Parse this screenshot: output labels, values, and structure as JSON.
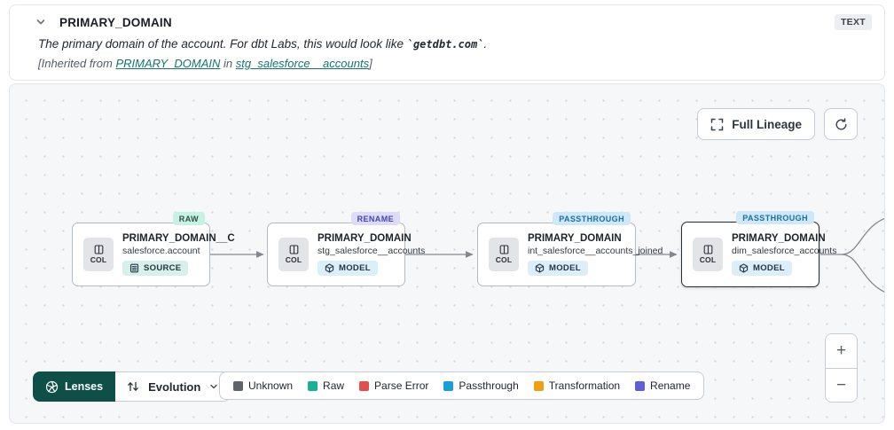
{
  "header": {
    "title": "PRIMARY_DOMAIN",
    "type_badge": "TEXT",
    "description": {
      "prefix": "The primary domain of the account. For dbt Labs, this would look like ",
      "code": "`getdbt.com`",
      "suffix": "."
    },
    "inherited": {
      "prefix": "[Inherited from ",
      "column_link": "PRIMARY_DOMAIN",
      "middle": " in ",
      "model_link": "stg_salesforce__accounts",
      "suffix": "]"
    }
  },
  "canvas": {
    "full_lineage_label": "Full Lineage",
    "zoom_in_label": "+",
    "zoom_out_label": "−",
    "nodes": [
      {
        "tag": "RAW",
        "col_label": "COL",
        "title": "PRIMARY_DOMAIN__C",
        "subtitle": "salesforce.account",
        "badge_label": "SOURCE"
      },
      {
        "tag": "RENAME",
        "col_label": "COL",
        "title": "PRIMARY_DOMAIN",
        "subtitle": "stg_salesforce__accounts",
        "badge_label": "MODEL"
      },
      {
        "tag": "PASSTHROUGH",
        "col_label": "COL",
        "title": "PRIMARY_DOMAIN",
        "subtitle": "int_salesforce__accounts_joined",
        "badge_label": "MODEL"
      },
      {
        "tag": "PASSTHROUGH",
        "col_label": "COL",
        "title": "PRIMARY_DOMAIN",
        "subtitle": "dim_salesforce_accounts",
        "badge_label": "MODEL"
      }
    ]
  },
  "footer": {
    "lenses_label": "Lenses",
    "lens_value": "Evolution",
    "legend": [
      {
        "label": "Unknown",
        "color": "#606469"
      },
      {
        "label": "Raw",
        "color": "#17b295"
      },
      {
        "label": "Parse Error",
        "color": "#e1504b"
      },
      {
        "label": "Passthrough",
        "color": "#189fd9"
      },
      {
        "label": "Transformation",
        "color": "#f0a00e"
      },
      {
        "label": "Rename",
        "color": "#5e5ed6"
      }
    ]
  },
  "colors": {
    "link_teal": "#14756a",
    "lenses_bg": "#0e5047",
    "tag_raw_bg": "#c7f2e3",
    "tag_rename_bg": "#dcdbf8",
    "tag_passthrough_bg": "#cfe8f8",
    "canvas_bg": "#f6f7f9",
    "selected_node_border": "#272d35"
  }
}
